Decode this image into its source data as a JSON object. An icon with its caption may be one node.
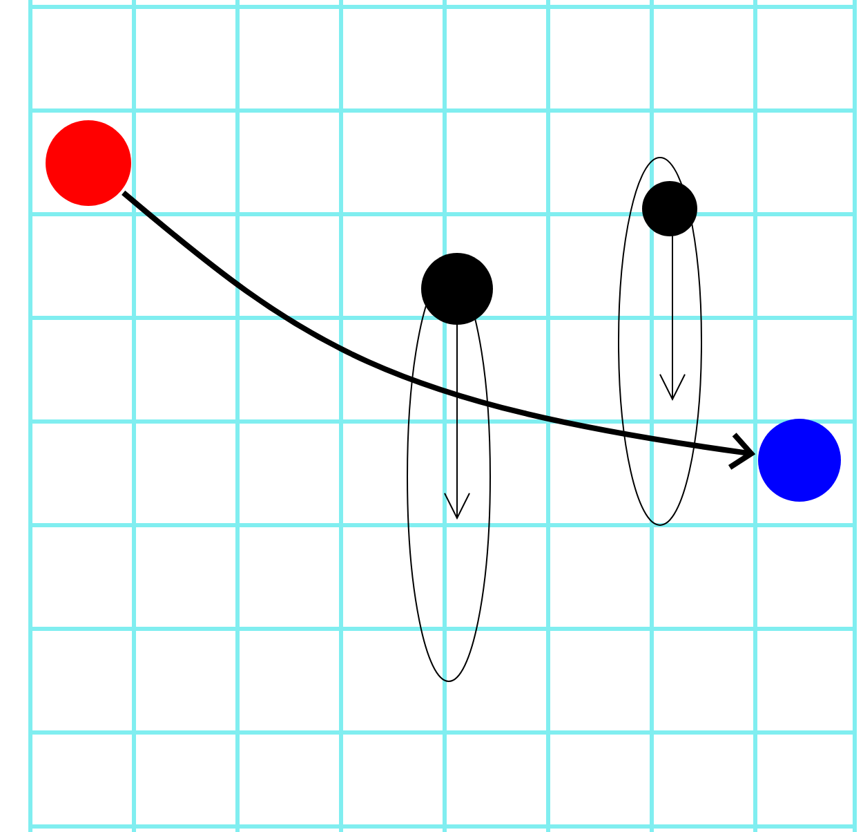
{
  "diagram": {
    "nodes": [
      {
        "text": [],
        "shape": "circle"
      },
      {
        "text": [],
        "shape": "circle"
      },
      {
        "text": [],
        "shape": "circle"
      },
      {
        "text": [],
        "shape": "circle"
      }
    ],
    "edges": [
      {
        "from": 0,
        "to": 3,
        "arrow": "to"
      }
    ]
  }
}
